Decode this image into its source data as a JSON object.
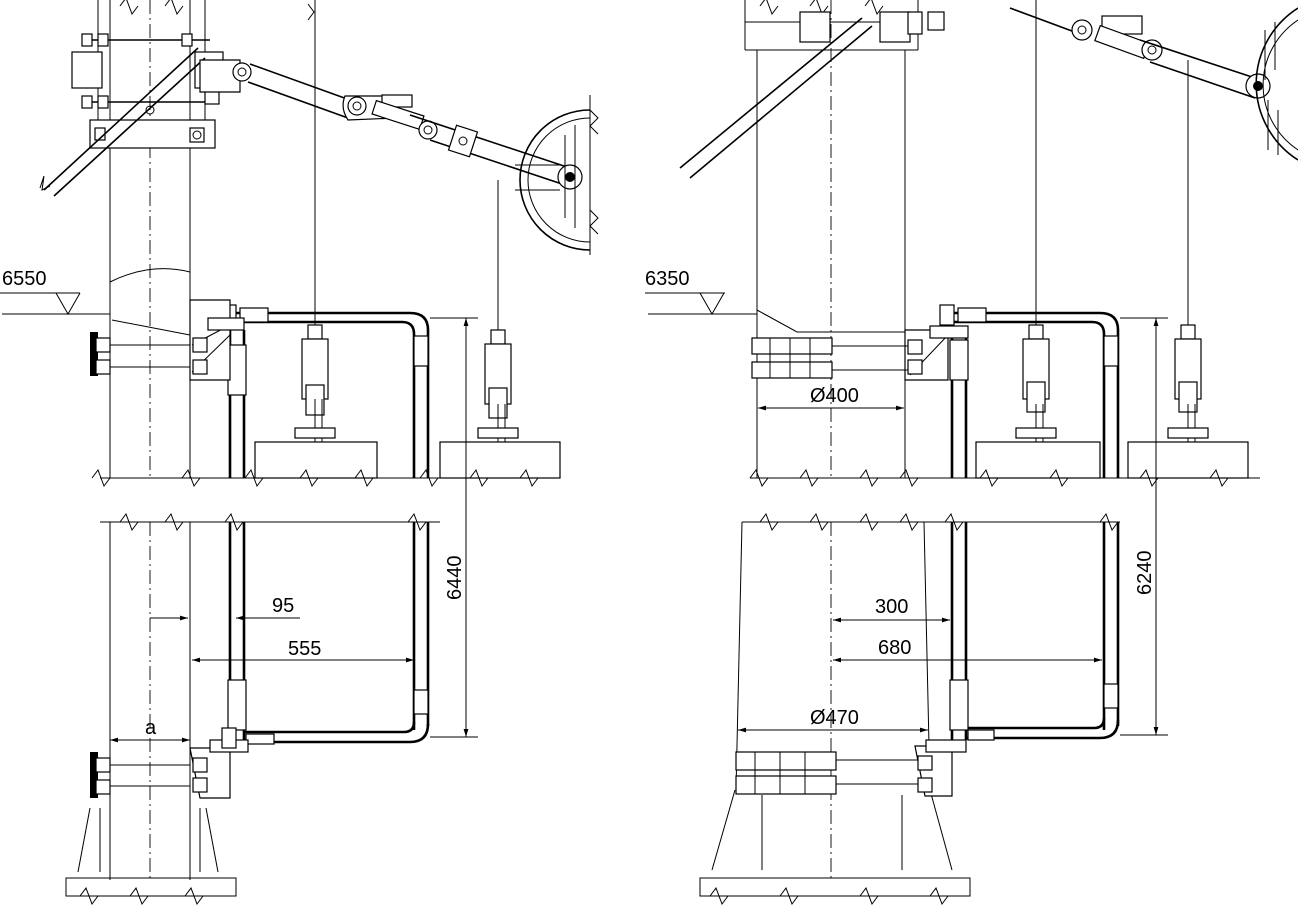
{
  "drawing": {
    "left": {
      "elevation": "6550",
      "height": "6440",
      "offset_inner": "95",
      "offset_outer": "555",
      "radius_label": "a"
    },
    "right": {
      "elevation": "6350",
      "height": "6240",
      "diameter_top": "Ø400",
      "diameter_bottom": "Ø470",
      "offset_inner": "300",
      "offset_outer": "680"
    }
  }
}
